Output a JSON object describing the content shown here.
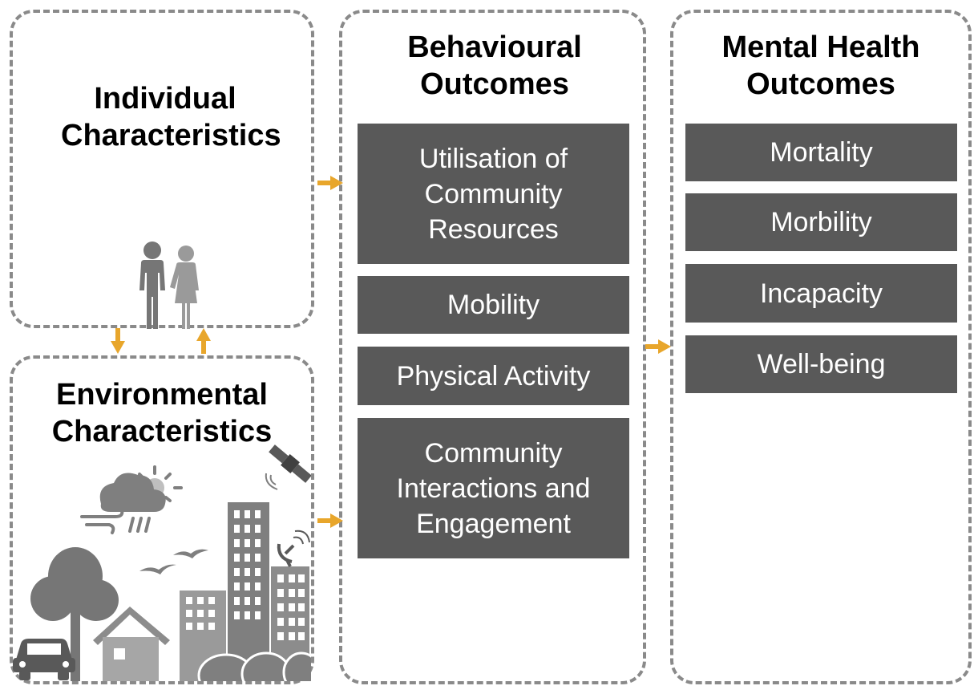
{
  "panels": {
    "individual": {
      "title": "Individual Characteristics"
    },
    "environmental": {
      "title": "Environmental Characteristics"
    },
    "behavioural": {
      "title": "Behavioural Outcomes",
      "items": [
        "Utilisation of Community Resources",
        "Mobility",
        "Physical Activity",
        "Community Interactions and Engagement"
      ]
    },
    "mental_health": {
      "title": "Mental Health Outcomes",
      "items": [
        "Mortality",
        "Morbility",
        "Incapacity",
        "Well-being"
      ]
    }
  },
  "colors": {
    "box": "#595959",
    "border": "#8a8a8a",
    "arrow": "#e8a62b",
    "icon": "#7f7f7f"
  },
  "icons": [
    "people-icon",
    "weather-icon",
    "satellite-icon",
    "satellite-dish-icon",
    "birds-icon",
    "tree-icon",
    "house-icon",
    "car-icon",
    "buildings-icon",
    "bushes-icon"
  ]
}
